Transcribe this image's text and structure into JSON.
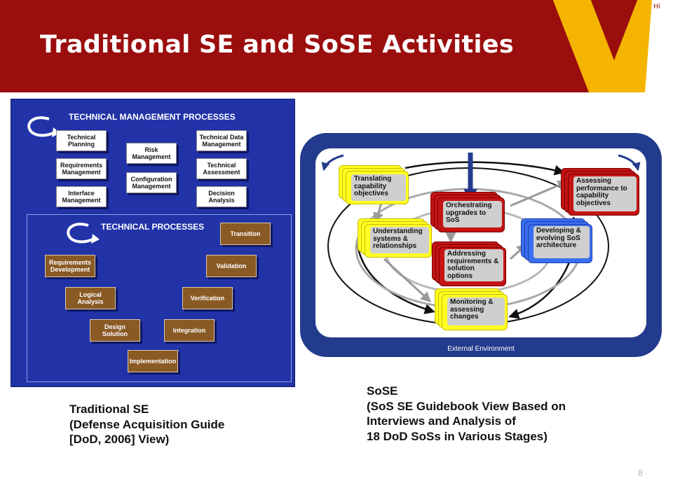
{
  "slide": {
    "title": "Traditional SE and SoSE Activities",
    "page_number": "8",
    "logo_partial_text": "Hi"
  },
  "traditional_se": {
    "technical_management_heading": "TECHNICAL MANAGEMENT PROCESSES",
    "technical_management_items": [
      "Technical Planning",
      "Requirements Management",
      "Interface Management",
      "Risk Management",
      "Configuration Management",
      "Technical Data Management",
      "Technical Assessment",
      "Decision Analysis"
    ],
    "technical_processes_heading": "TECHNICAL PROCESSES",
    "technical_process_items": [
      "Requirements Development",
      "Logical Analysis",
      "Design Solution",
      "Implementation",
      "Integration",
      "Verification",
      "Validation",
      "Transition"
    ],
    "caption_lines": [
      "Traditional SE",
      "(Defense Acquisition Guide",
      "[DoD, 2006] View)"
    ]
  },
  "sose": {
    "external_environment": "External Environment",
    "nodes": [
      "Translating capability objectives",
      "Understanding systems & relationships",
      "Orchestrating upgrades to SoS",
      "Addressing requirements & solution options",
      "Monitoring & assessing changes",
      "Developing & evolving SoS architecture",
      "Assessing performance to capability objectives"
    ],
    "caption_lines": [
      "SoSE",
      "(SoS SE Guidebook View Based on",
      "Interviews and Analysis of",
      "18 DoD SoSs in Various Stages)"
    ]
  },
  "colors": {
    "header": "#9b0e0e",
    "se_panel": "#2233a8",
    "sose_frame": "#233b8c",
    "node_yellow": "#ffff22",
    "node_red": "#c41414",
    "node_blue": "#3a6ff0"
  }
}
